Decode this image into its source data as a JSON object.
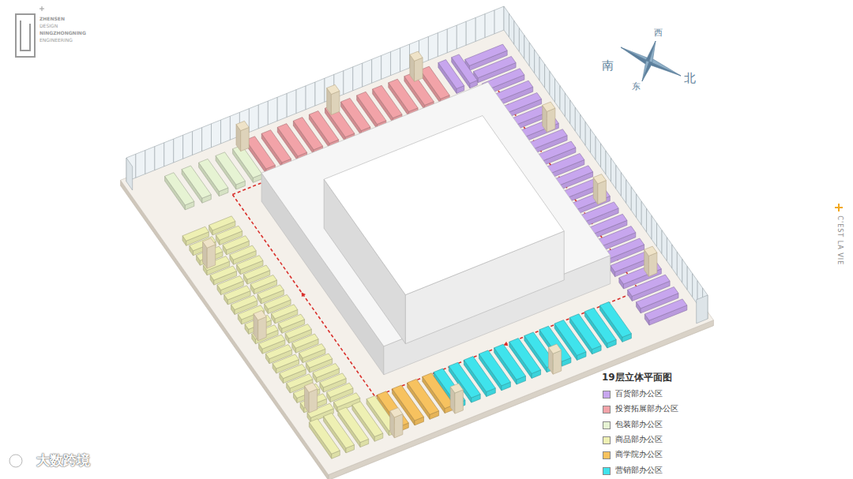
{
  "diagram": {
    "title": "19层立体平面图",
    "labels": [
      "ZHENSEN",
      "DESIGN",
      "NINGZHONGNING",
      "ENGINEERING",
      "南",
      "西",
      "北",
      "东",
      "C'EST LA VIE",
      "大数跨境"
    ],
    "legend": [
      {
        "text": "百货部办公区",
        "color": "#c7a6ee"
      },
      {
        "text": "投资拓展部办公区",
        "color": "#f2a3a8"
      },
      {
        "text": "包装部办公区",
        "color": "#e6f3d3"
      },
      {
        "text": "商品部办公区",
        "color": "#eef0b3"
      },
      {
        "text": "商学院办公区",
        "color": "#f7c25f"
      },
      {
        "text": "营销部办公区",
        "color": "#3fe3ec"
      }
    ]
  }
}
